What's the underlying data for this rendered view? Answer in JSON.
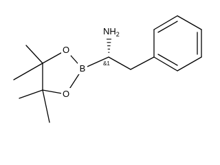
{
  "molecule": {
    "atoms": {
      "amine": {
        "symbol": "N",
        "hydrogens": "H",
        "hcount": "2"
      },
      "boron": "B",
      "ring_oxygen_top": "O",
      "ring_oxygen_bottom": "O"
    },
    "stereo_flag": "&1"
  },
  "colors": {
    "bond": "#000000",
    "background": "#ffffff"
  }
}
